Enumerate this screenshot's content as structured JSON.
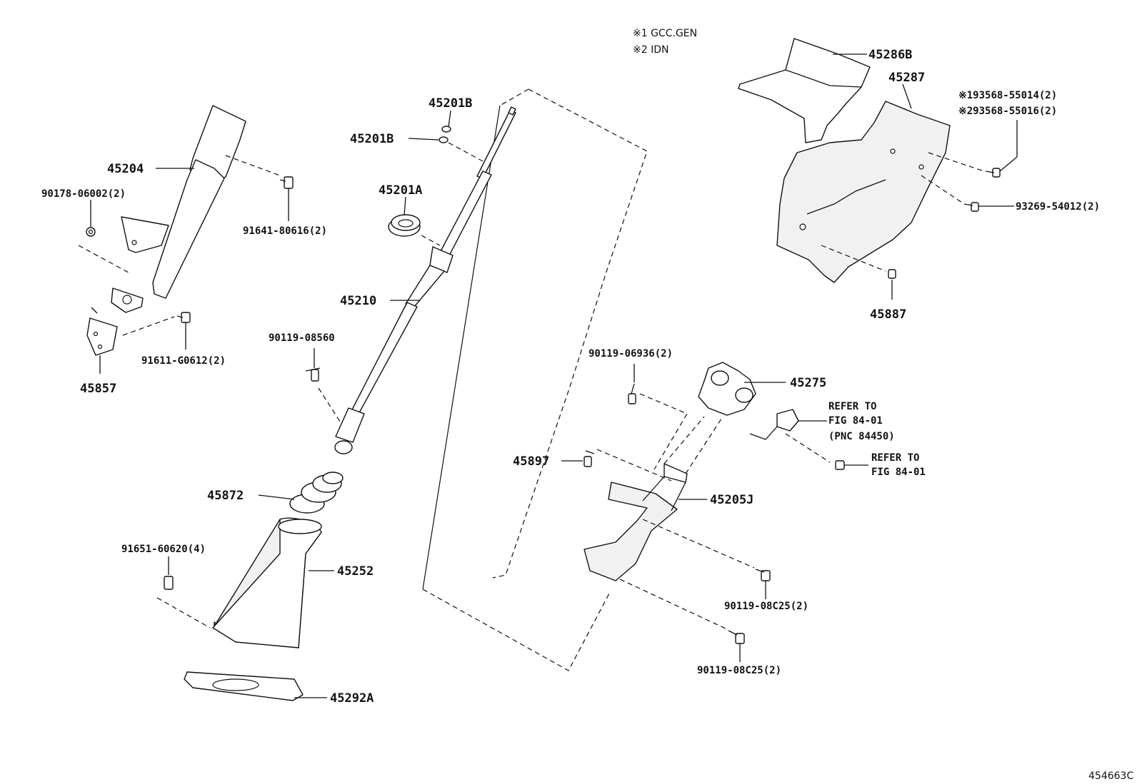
{
  "notes": {
    "note1": "※1 GCC.GEN",
    "note2": "※2 IDN"
  },
  "labels": {
    "p45286B": "45286B",
    "p45287": "45287",
    "p193568": "※193568-55014(2)",
    "p293568": "※293568-55016(2)",
    "p93269": "93269-54012(2)",
    "p45887": "45887",
    "p45201B_top": "45201B",
    "p45201B_mid": "45201B",
    "p45201A": "45201A",
    "p45210": "45210",
    "p45204": "45204",
    "p90178": "90178-06002(2)",
    "p91641": "91641-80616(2)",
    "p91611": "91611-G0612(2)",
    "p45857": "45857",
    "p90119_08560": "90119-08560",
    "p45872": "45872",
    "p91651": "91651-60620(4)",
    "p45252": "45252",
    "p45292A": "45292A",
    "p90119_06936": "90119-06936(2)",
    "p45275": "45275",
    "refer1_line1": "REFER TO",
    "refer1_line2": "FIG 84-01",
    "refer1_line3": "(PNC 84450)",
    "refer2_line1": "REFER TO",
    "refer2_line2": "FIG 84-01",
    "p45897": "45897",
    "p45205J": "45205J",
    "p90119_08C25_a": "90119-08C25(2)",
    "p90119_08C25_b": "90119-08C25(2)"
  },
  "diagram_id": "454663C"
}
